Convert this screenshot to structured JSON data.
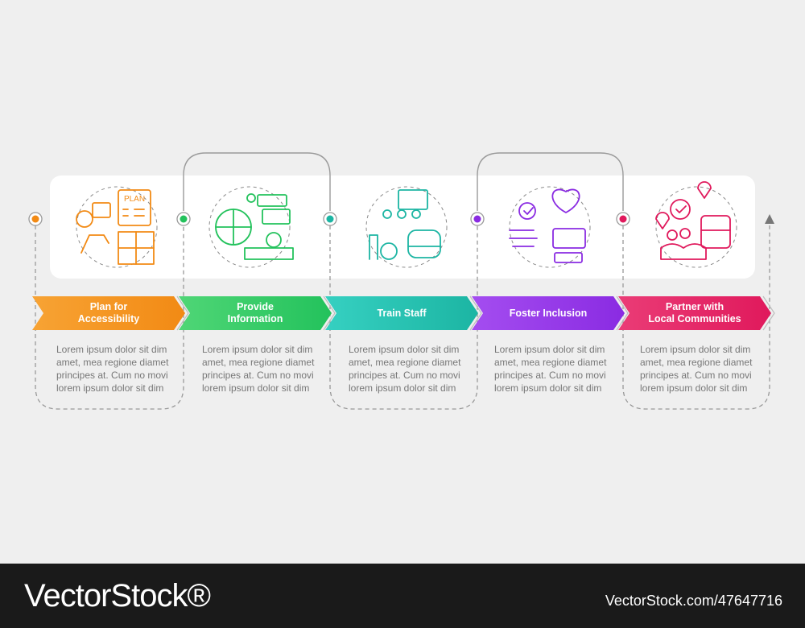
{
  "steps": [
    {
      "label": "Plan for Accessibility",
      "label_lines": [
        "Plan for",
        "Accessibility"
      ],
      "color": "#f28a14",
      "color_light": "#f7a334",
      "icon": "plan-accessibility-icon",
      "icon_text": "PLAN",
      "description": [
        "Lorem ipsum dolor sit dim",
        "amet, mea regione diamet",
        "principes at. Cum no movi",
        "lorem ipsum dolor sit dim"
      ]
    },
    {
      "label": "Provide Information",
      "label_lines": [
        "Provide",
        "Information"
      ],
      "color": "#23c25c",
      "color_light": "#4fd676",
      "icon": "provide-information-icon",
      "icon_text": "",
      "description": [
        "Lorem ipsum dolor sit dim",
        "amet, mea regione diamet",
        "principes at. Cum no movi",
        "lorem ipsum dolor sit dim"
      ]
    },
    {
      "label": "Train Staff",
      "label_lines": [
        "Train Staff"
      ],
      "color": "#1cb5a3",
      "color_light": "#36d0c1",
      "icon": "train-staff-icon",
      "icon_text": "",
      "description": [
        "Lorem ipsum dolor sit dim",
        "amet, mea regione diamet",
        "principes at. Cum no movi",
        "lorem ipsum dolor sit dim"
      ]
    },
    {
      "label": "Foster Inclusion",
      "label_lines": [
        "Foster Inclusion"
      ],
      "color": "#8a2be2",
      "color_light": "#a44df0",
      "icon": "foster-inclusion-icon",
      "icon_text": "",
      "description": [
        "Lorem ipsum dolor sit dim",
        "amet, mea regione diamet",
        "principes at. Cum no movi",
        "lorem ipsum dolor sit dim"
      ]
    },
    {
      "label": "Partner with Local Communities",
      "label_lines": [
        "Partner with",
        "Local Communities"
      ],
      "color": "#e0195c",
      "color_light": "#ea3c76",
      "icon": "partner-communities-icon",
      "icon_text": "",
      "description": [
        "Lorem ipsum dolor sit dim",
        "amet, mea regione diamet",
        "principes at. Cum no movi",
        "lorem ipsum dolor sit dim"
      ]
    }
  ],
  "footer": {
    "brand": "VectorStock®",
    "image_id": "VectorStock.com/47647716"
  },
  "colors": {
    "background": "#efefef",
    "card": "#ffffff",
    "connector": "#999999",
    "footer": "#1a1a1a"
  }
}
